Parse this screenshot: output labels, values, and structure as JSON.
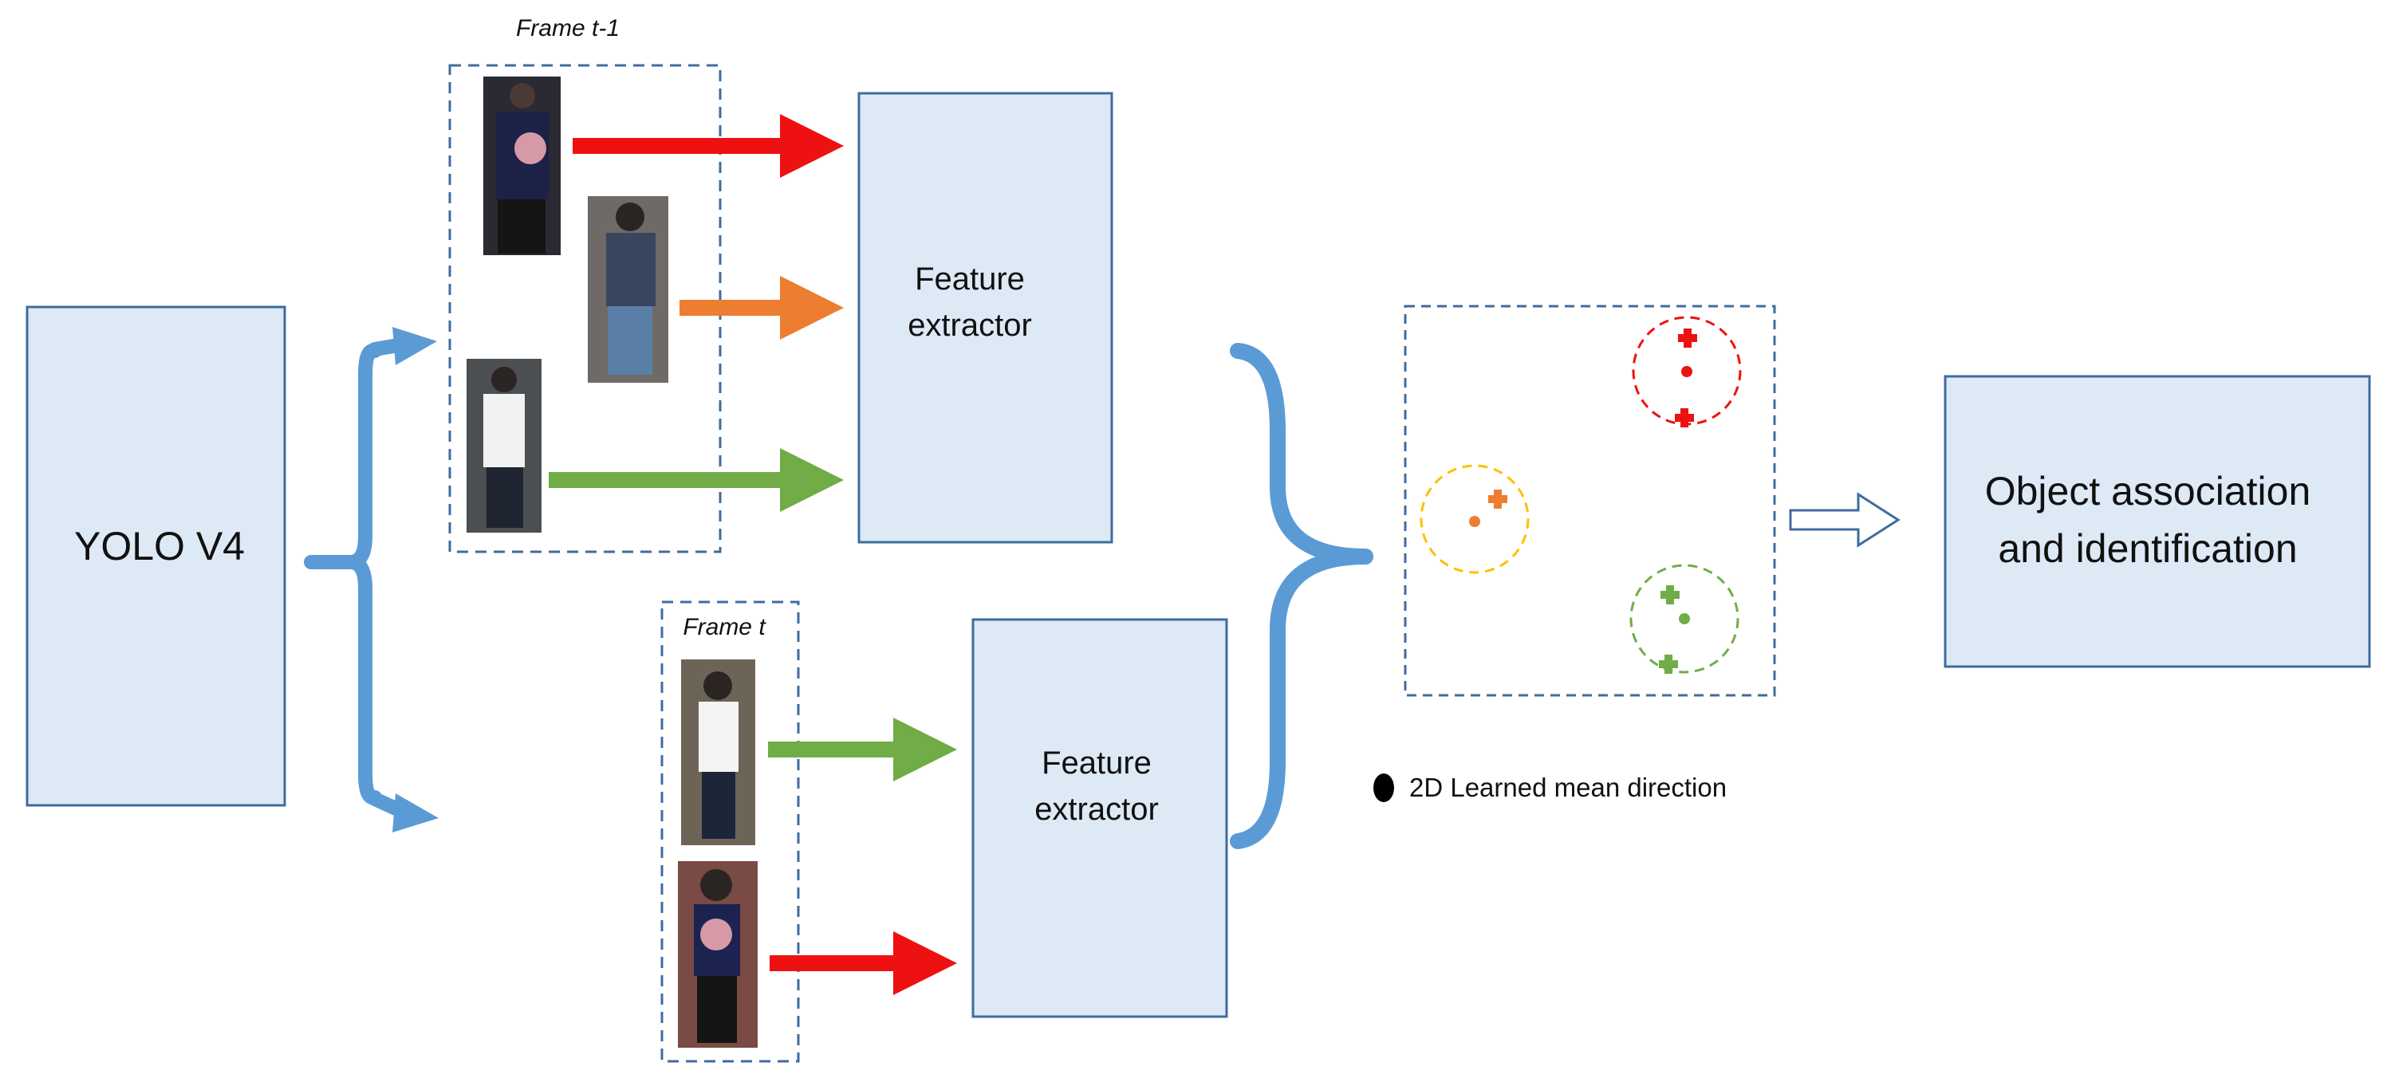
{
  "yolo": {
    "label": "YOLO V4"
  },
  "frame_prev": {
    "label": "Frame t-1"
  },
  "frame_curr": {
    "label": "Frame t"
  },
  "extractor_top": {
    "line1": "Feature",
    "line2": "extractor"
  },
  "extractor_bottom": {
    "line1": "Feature",
    "line2": "extractor"
  },
  "output": {
    "line1": "Object association",
    "line2": "and identification"
  },
  "legend": {
    "label": "2D Learned mean direction"
  },
  "icons": {
    "person_crop": "person-thumbnail-icon",
    "cluster_point": "plus-marker-icon",
    "mean_point": "mean-dot-icon",
    "legend_marker": "ellipse-marker-icon"
  },
  "colors": {
    "box_fill": "#dde9f5",
    "box_stroke": "#3f6c9e",
    "brace": "#5b9bd5",
    "red": "#ee1111",
    "orange": "#ed7d31",
    "green": "#70ad47",
    "yellow": "#ffc000"
  }
}
